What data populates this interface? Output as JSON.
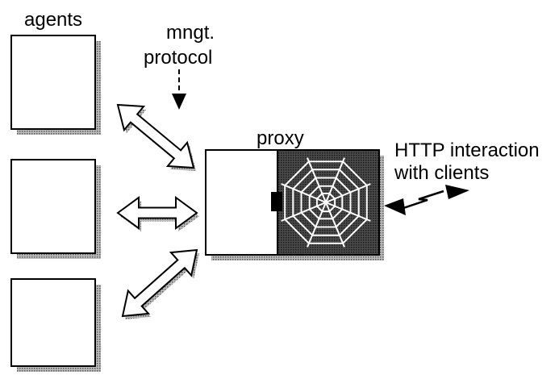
{
  "labels": {
    "agents": "agents",
    "mgmt_line1": "mngt.",
    "mgmt_line2": "protocol",
    "proxy": "proxy",
    "http_line1": "HTTP interaction",
    "http_line2": "with clients"
  },
  "colors": {
    "ink": "#000000",
    "box_fill": "#ffffff",
    "shadow": "#9a9a9a",
    "web_panel": "#3a3a3a",
    "web_lines": "#ffffff"
  }
}
